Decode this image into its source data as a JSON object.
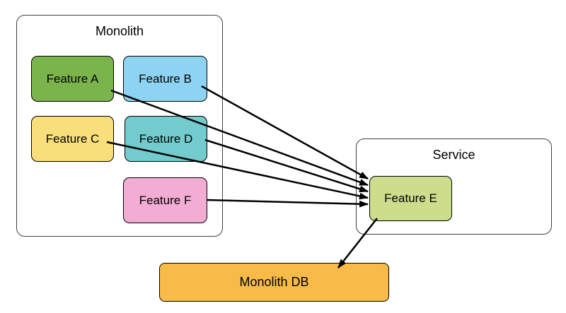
{
  "diagram": {
    "monolith": {
      "title": "Monolith",
      "features": [
        {
          "id": "feature-a",
          "label": "Feature A",
          "color": "#7bb44d"
        },
        {
          "id": "feature-b",
          "label": "Feature B",
          "color": "#8ed3f1"
        },
        {
          "id": "feature-c",
          "label": "Feature C",
          "color": "#f8df7b"
        },
        {
          "id": "feature-d",
          "label": "Feature D",
          "color": "#73cbcd"
        },
        {
          "id": "feature-f",
          "label": "Feature F",
          "color": "#f3add5"
        }
      ]
    },
    "service": {
      "title": "Service",
      "features": [
        {
          "id": "feature-e",
          "label": "Feature E",
          "color": "#ccdd8c"
        }
      ]
    },
    "database": {
      "id": "monolith-db",
      "label": "Monolith DB",
      "color": "#f8bb47"
    },
    "edges": [
      {
        "from": "feature-b",
        "to": "feature-e"
      },
      {
        "from": "feature-a",
        "to": "feature-e"
      },
      {
        "from": "feature-d",
        "to": "feature-e"
      },
      {
        "from": "feature-c",
        "to": "feature-e"
      },
      {
        "from": "feature-f",
        "to": "feature-e"
      },
      {
        "from": "feature-e",
        "to": "monolith-db"
      }
    ],
    "colors": {
      "edge": "#000000",
      "node_border": "#000000",
      "container_border": "#3f3f3f",
      "background": "#ffffff"
    }
  }
}
